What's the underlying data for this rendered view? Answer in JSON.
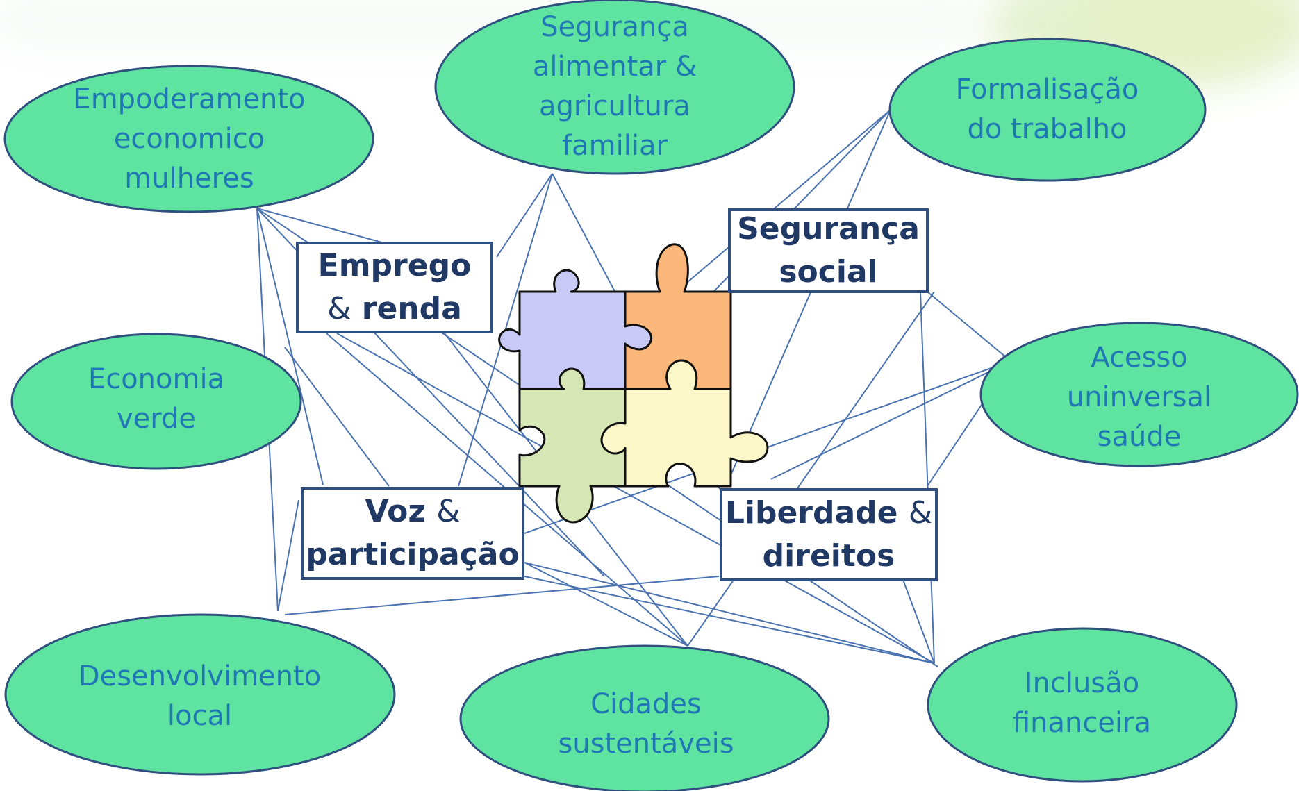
{
  "colors": {
    "oval_fill": "#5fe3a1",
    "oval_stroke": "#2f4f7f",
    "oval_text": "#1f78b4",
    "box_text": "#1f3864",
    "box_stroke": "#2f4f7f",
    "line": "#4a72b0",
    "piece_purple": "#c9c9f5",
    "piece_orange": "#fbb77a",
    "piece_green": "#d6e6b4",
    "piece_yellow": "#fbf7c8"
  },
  "ovals": [
    {
      "id": "empoderamento",
      "label": "Empoderamento\neconomico\nmulheres"
    },
    {
      "id": "seguranca-alimentar",
      "label": "Segurança\nalimentar &\nagricultura\nfamiliar"
    },
    {
      "id": "formalisacao",
      "label": "Formalisação\ndo trabalho"
    },
    {
      "id": "economia-verde",
      "label": "Economia\nverde"
    },
    {
      "id": "acesso-saude",
      "label": "Acesso\nuninversal\nsaúde"
    },
    {
      "id": "desenvolvimento-local",
      "label": "Desenvolvimento\nlocal"
    },
    {
      "id": "cidades-sustentaveis",
      "label": "Cidades\nsustentáveis"
    },
    {
      "id": "inclusao-financeira",
      "label": "Inclusão\nfinanceira"
    }
  ],
  "boxes": {
    "emprego": {
      "bold1": "Emprego",
      "amp": "&",
      "bold2": "renda"
    },
    "seguranca_social": {
      "bold1": "Segurança",
      "bold2": "social"
    },
    "voz": {
      "bold1": "Voz",
      "amp": "&",
      "bold2": "participação"
    },
    "liberdade": {
      "bold1": "Liberdade",
      "amp": "&",
      "bold2": "direitos"
    }
  },
  "puzzle": {
    "icon": "puzzle-icon",
    "pieces": 4
  }
}
